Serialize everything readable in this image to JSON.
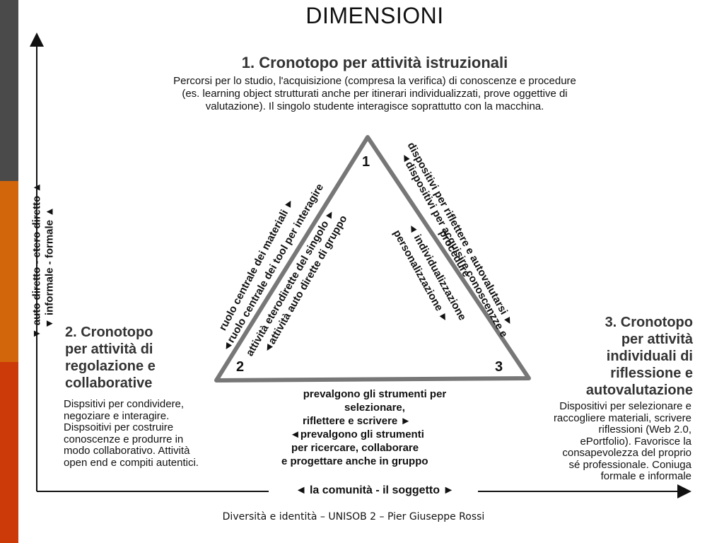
{
  "title": "DIMENSIONI",
  "section1": {
    "title": "1. Cronotopo per attività istruzionali",
    "desc_lines": [
      "Percorsi per lo studio, l'acquisizione (compresa la verifica) di conoscenze e procedure",
      "(es. learning object strutturati anche per itinerari individualizzati, prove oggettive di",
      "valutazione). Il singolo studente interagisce soprattutto con la macchina."
    ]
  },
  "section2": {
    "title_lines": [
      "2. Cronotopo",
      "per attività di",
      "regolazione e",
      "collaborative"
    ],
    "desc_lines": [
      "Dispsitivi per condividere,",
      "negoziare e interagire.",
      "Dispsoitivi per costruire",
      "conoscenze e produrre in",
      "modo collaborativo. Attività",
      "open end e compiti autentici."
    ]
  },
  "section3": {
    "title_lines": [
      "3. Cronotopo",
      "per attività",
      "individuali di",
      "riflessione e",
      "autovalutazione"
    ],
    "desc_lines": [
      "Dispositivi per selezionare e",
      "raccogliere  materiali, scrivere",
      "riflessioni (Web 2.0,",
      "ePortfolio). Favorisce la",
      "consapevolezza del proprio",
      "sé professionale. Coniuga",
      "formale e informale"
    ]
  },
  "axis": {
    "vertical_1": "▼ auto diretto - etero diretto ▲",
    "vertical_2": "▼ informale - formale ▲",
    "horizontal": "◄ la comunità - il soggetto ►"
  },
  "triangle": {
    "corner_1": "1",
    "corner_2": "2",
    "corner_3": "3",
    "left_side": [
      "ruolo centrale dei materiali ►",
      "◄ruolo centrale dei tool per interagire",
      "attività eterodirette del singolo ►",
      "◄attività auto dirette di gruppo"
    ],
    "right_side": [
      "dispositivi per  riflettere e autovalutarsi ►",
      "◄dispositivi per acquisire conoscenzze e",
      "procedure",
      "◄ individualizzazione",
      "personalizzazione ►"
    ],
    "bottom_lines": [
      "prevalgono gli strumenti per",
      "selezionare,",
      "riflettere e scrivere ►",
      "◄prevalgono gli strumenti",
      "per ricercare, collaborare",
      "e progettare anche in gruppo"
    ]
  },
  "footer": "Diversità e identità – UNISOB 2 – Pier Giuseppe Rossi"
}
